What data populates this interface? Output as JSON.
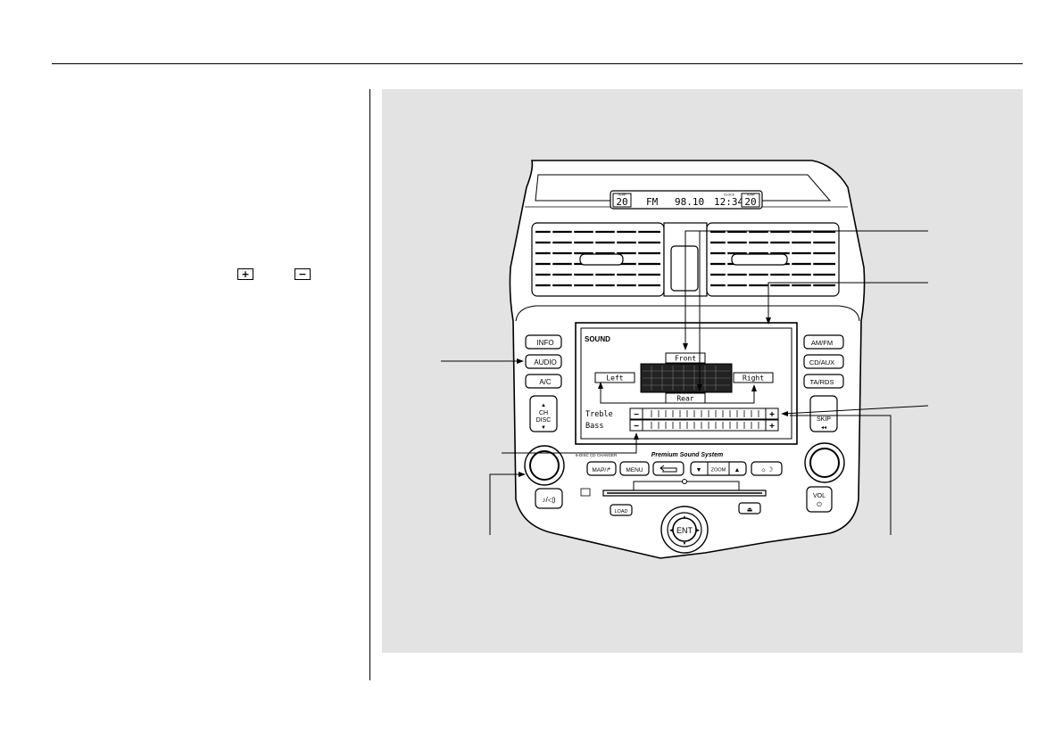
{
  "keys": {
    "plus_icon": "+",
    "minus_icon": "−"
  },
  "top_display": {
    "left_temp_label": "TEMP",
    "left_temp": "20",
    "band": "FM",
    "frequency": "98.10",
    "clock_label": "CLOCK",
    "clock": "12:34",
    "right_temp_label": "TEMP",
    "right_temp": "20"
  },
  "screen": {
    "title": "SOUND",
    "front_label": "Front",
    "rear_label": "Rear",
    "left_label": "Left",
    "right_label": "Right",
    "treble_label": "Treble",
    "bass_label": "Bass",
    "minus": "−",
    "plus": "+"
  },
  "left_buttons": {
    "info": "INFO",
    "audio": "AUDIO",
    "ac": "A/C",
    "ch": "CH",
    "disc": "DISC"
  },
  "right_buttons": {
    "amfm": "AM/FM",
    "cdaux": "CD/AUX",
    "tards": "TA/RDS",
    "skip": "SKIP",
    "vol": "VOL"
  },
  "lower": {
    "changer_label": "6-DISC CD CHANGER",
    "brand": "Premium Sound System",
    "map": "MAP/↱",
    "menu": "MENU",
    "zoom": "ZOOM",
    "load": "LOAD",
    "ent": "ENT",
    "mode": "♪/◁)"
  },
  "colors": {
    "panel_bg": "#e3e3e3",
    "lcd_dark": "#222222"
  }
}
